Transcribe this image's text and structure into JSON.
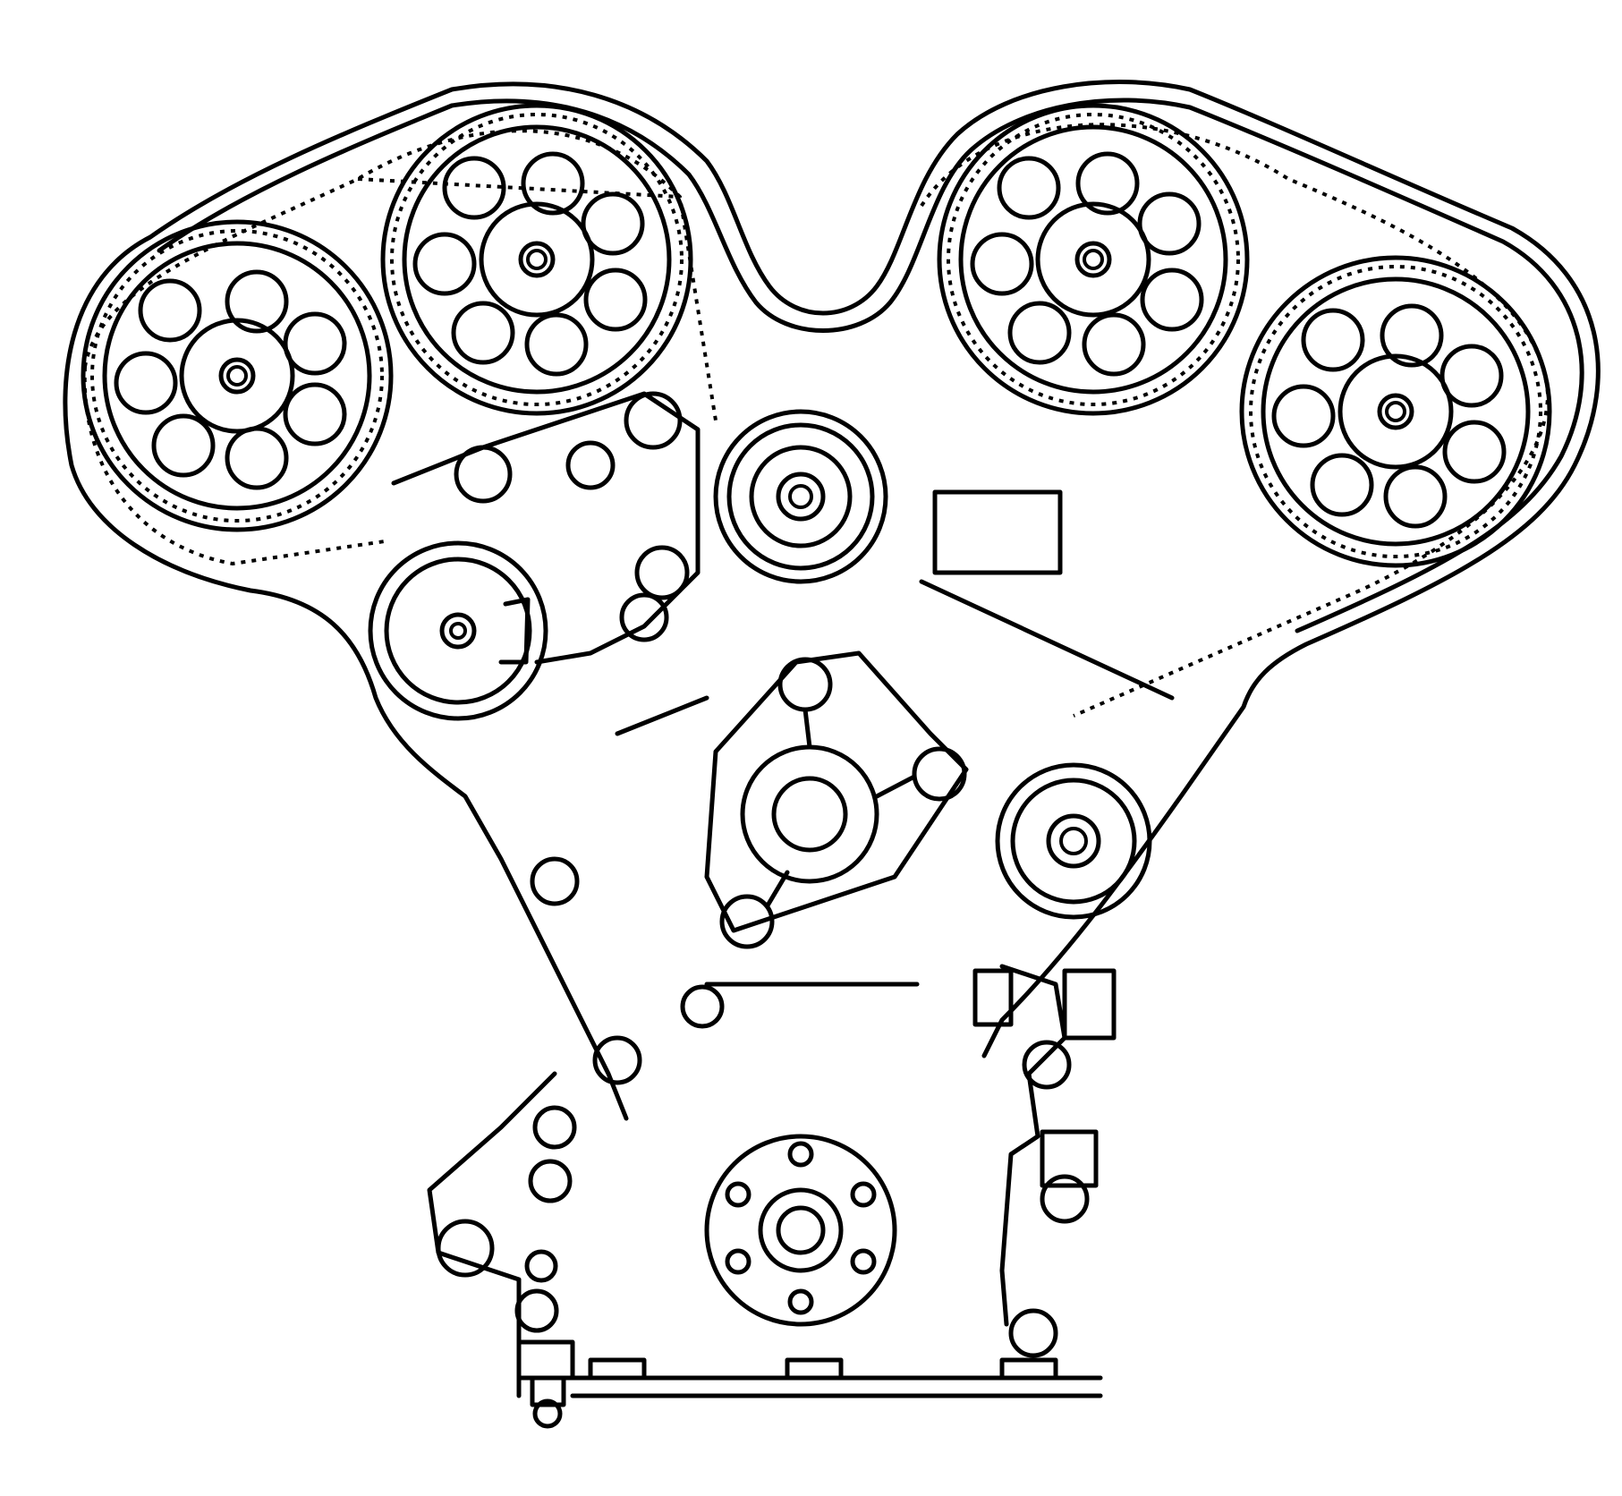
{
  "diagram": {
    "components": {
      "cam_sprockets": [
        "left-outer",
        "left-inner",
        "right-inner",
        "right-outer"
      ],
      "idler_pulleys": [
        "upper-center-idler",
        "right-idler"
      ],
      "tensioner": "belt-tensioner",
      "crankshaft_sprocket": "crankshaft-sprocket",
      "water_pump": "water-pump-pulley",
      "belt": "timing-belt"
    }
  }
}
